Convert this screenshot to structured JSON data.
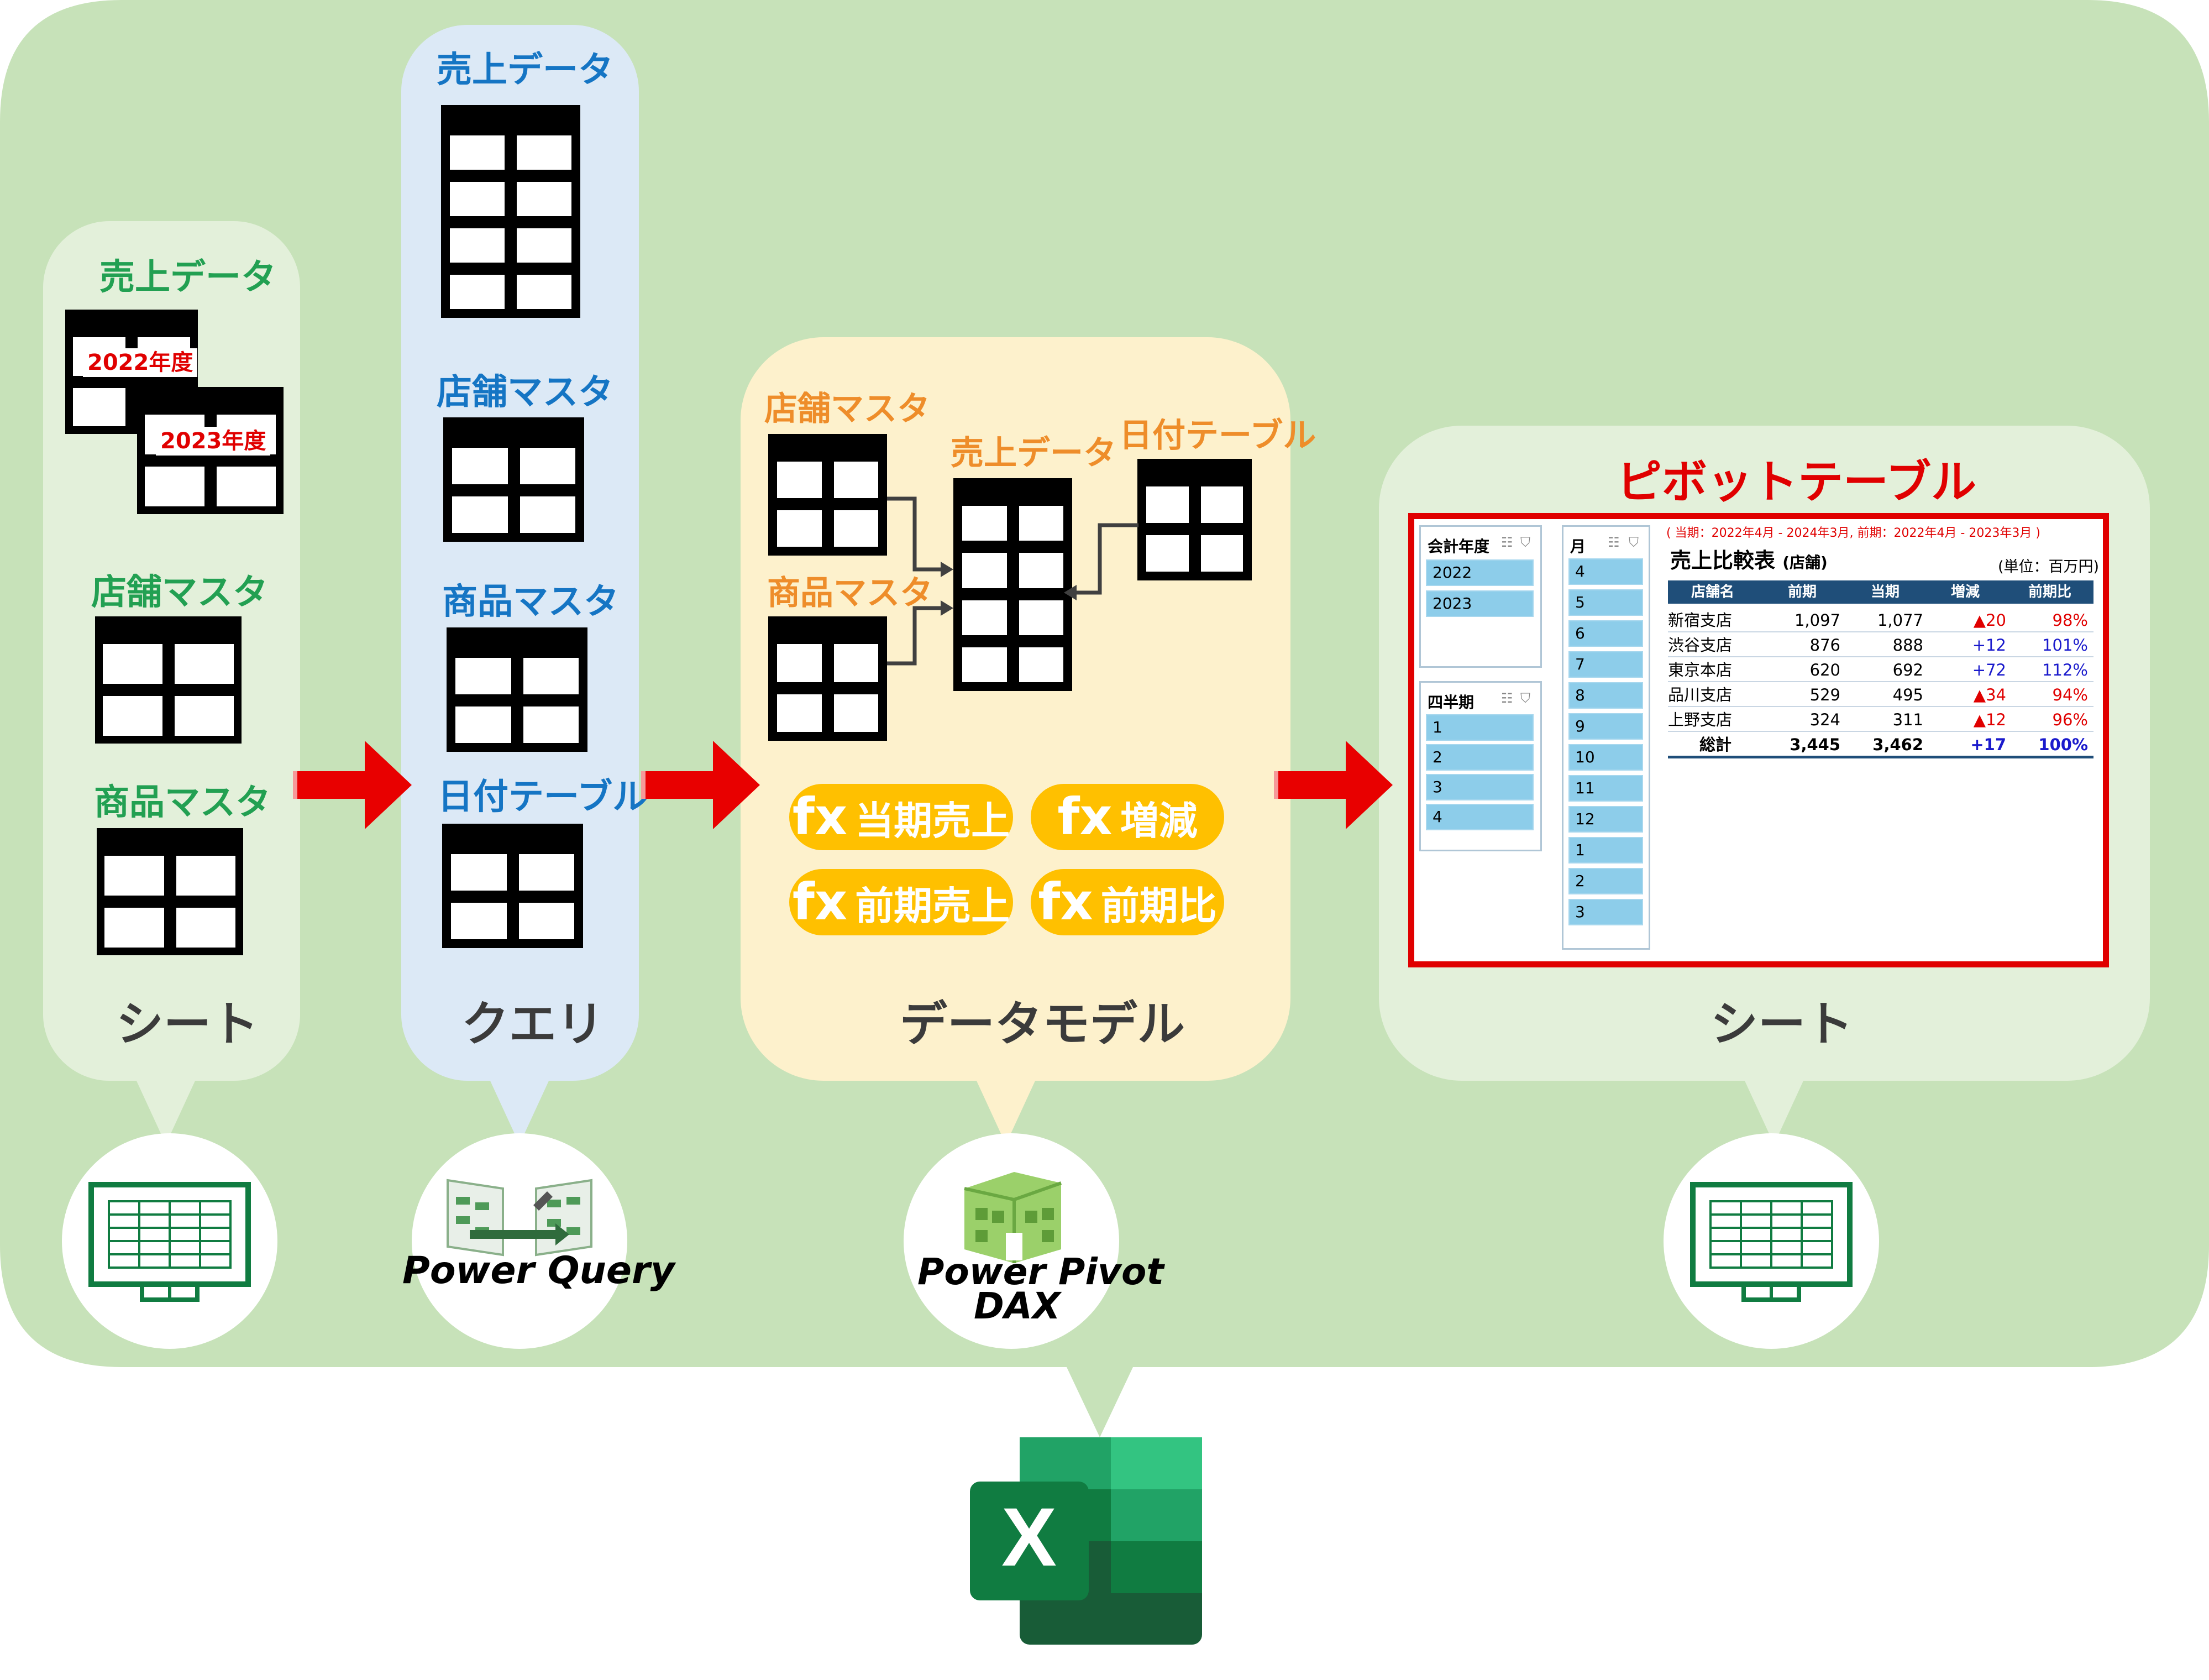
{
  "colors": {
    "outer": "#c7e2b9",
    "sheet_panel": "#e3f0da",
    "query_panel": "#dce9f6",
    "model_panel": "#fdf1cc",
    "green_label": "#22a052",
    "blue_label": "#1575c4",
    "orange_label": "#ee8d2a",
    "red": "#e00000",
    "pill": "#ffc000",
    "header_navy": "#1f4e79"
  },
  "sheet_panel": {
    "sales_label": "売上データ",
    "year1": "2022年度",
    "year2": "2023年度",
    "store_label": "店舗マスタ",
    "product_label": "商品マスタ",
    "footer": "シート"
  },
  "query_panel": {
    "sales_label": "売上データ",
    "store_label": "店舗マスタ",
    "product_label": "商品マスタ",
    "date_label": "日付テーブル",
    "footer": "クエリ"
  },
  "model_panel": {
    "store_label": "店舗マスタ",
    "product_label": "商品マスタ",
    "sales_label": "売上データ",
    "date_label": "日付テーブル",
    "fx_label": "fx",
    "measures": [
      "当期売上",
      "増減",
      "前期売上",
      "前期比"
    ],
    "footer": "データモデル"
  },
  "output_panel": {
    "title": "ピボットテーブル",
    "footer": "シート"
  },
  "pivot": {
    "period_note": "( 当期：2022年4月 - 2024年3月, 前期：2022年4月 - 2023年3月 )",
    "title": "売上比較表",
    "title_sub": "(店舗)",
    "unit": "(単位：百万円)",
    "slicer_year": {
      "title": "会計年度",
      "items": [
        "2022",
        "2023"
      ]
    },
    "slicer_quarter": {
      "title": "四半期",
      "items": [
        "1",
        "2",
        "3",
        "4"
      ]
    },
    "slicer_month": {
      "title": "月",
      "items": [
        "4",
        "5",
        "6",
        "7",
        "8",
        "9",
        "10",
        "11",
        "12",
        "1",
        "2",
        "3"
      ]
    },
    "headers": [
      "店舗名",
      "前期",
      "当期",
      "増減",
      "前期比"
    ],
    "rows": [
      {
        "name": "新宿支店",
        "prev": "1,097",
        "cur": "1,077",
        "diff": "▲20",
        "ratio": "98%",
        "neg": true
      },
      {
        "name": "渋谷支店",
        "prev": "876",
        "cur": "888",
        "diff": "+12",
        "ratio": "101%",
        "neg": false
      },
      {
        "name": "東京本店",
        "prev": "620",
        "cur": "692",
        "diff": "+72",
        "ratio": "112%",
        "neg": false
      },
      {
        "name": "品川支店",
        "prev": "529",
        "cur": "495",
        "diff": "▲34",
        "ratio": "94%",
        "neg": true
      },
      {
        "name": "上野支店",
        "prev": "324",
        "cur": "311",
        "diff": "▲12",
        "ratio": "96%",
        "neg": true
      }
    ],
    "total": {
      "name": "総計",
      "prev": "3,445",
      "cur": "3,462",
      "diff": "+17",
      "ratio": "100%"
    }
  },
  "tools": {
    "power_query": "Power Query",
    "power_pivot": "Power Pivot",
    "dax": "DAX",
    "excel_letter": "X"
  }
}
